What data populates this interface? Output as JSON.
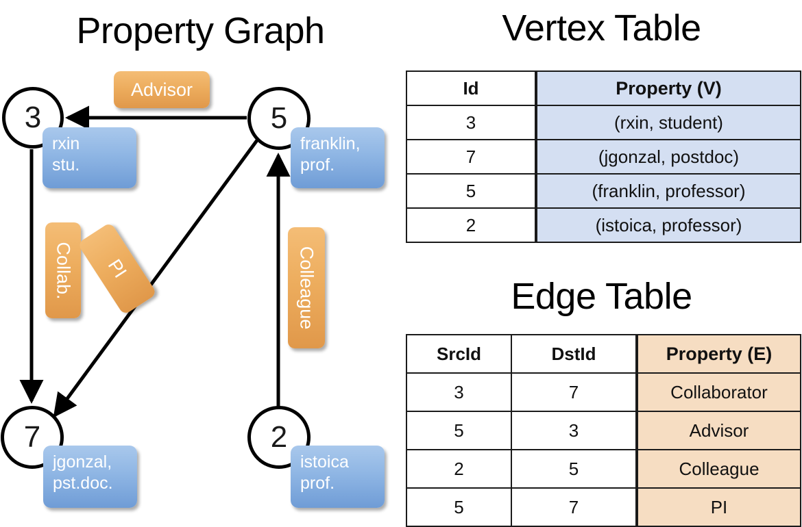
{
  "titles": {
    "property_graph": "Property Graph",
    "vertex_table": "Vertex Table",
    "edge_table": "Edge Table"
  },
  "colors": {
    "vertex_property_fill": "#d4dff2",
    "edge_property_fill": "#f6ddc2",
    "node_box_fill": "#8fb6e4",
    "edge_label_fill": "#edad5e",
    "stroke": "#000000",
    "label_text": "#ffffff"
  },
  "graph": {
    "nodes": [
      {
        "id": "3",
        "property_line1": "rxin",
        "property_line2": "stu."
      },
      {
        "id": "5",
        "property_line1": "franklin,",
        "property_line2": "prof."
      },
      {
        "id": "7",
        "property_line1": "jgonzal,",
        "property_line2": "pst.doc."
      },
      {
        "id": "2",
        "property_line1": "istoica",
        "property_line2": "prof."
      }
    ],
    "edge_labels": [
      {
        "name": "advisor",
        "text": "Advisor",
        "orientation": "horizontal"
      },
      {
        "name": "collab",
        "text": "Collab.",
        "orientation": "vertical"
      },
      {
        "name": "pi",
        "text": "PI",
        "orientation": "diagonal"
      },
      {
        "name": "colleague",
        "text": "Colleague",
        "orientation": "vertical"
      }
    ],
    "edges": [
      {
        "from": "5",
        "to": "3",
        "label": "Advisor"
      },
      {
        "from": "3",
        "to": "7",
        "label": "Collab."
      },
      {
        "from": "5",
        "to": "7",
        "label": "PI"
      },
      {
        "from": "2",
        "to": "5",
        "label": "Colleague"
      }
    ]
  },
  "vertex_table": {
    "columns": [
      "Id",
      "Property (V)"
    ],
    "rows": [
      {
        "id": "3",
        "property": "(rxin, student)"
      },
      {
        "id": "7",
        "property": "(jgonzal, postdoc)"
      },
      {
        "id": "5",
        "property": "(franklin, professor)"
      },
      {
        "id": "2",
        "property": "(istoica, professor)"
      }
    ]
  },
  "edge_table": {
    "columns": [
      "SrcId",
      "DstId",
      "Property (E)"
    ],
    "rows": [
      {
        "src": "3",
        "dst": "7",
        "property": "Collaborator"
      },
      {
        "src": "5",
        "dst": "3",
        "property": "Advisor"
      },
      {
        "src": "2",
        "dst": "5",
        "property": "Colleague"
      },
      {
        "src": "5",
        "dst": "7",
        "property": "PI"
      }
    ]
  }
}
